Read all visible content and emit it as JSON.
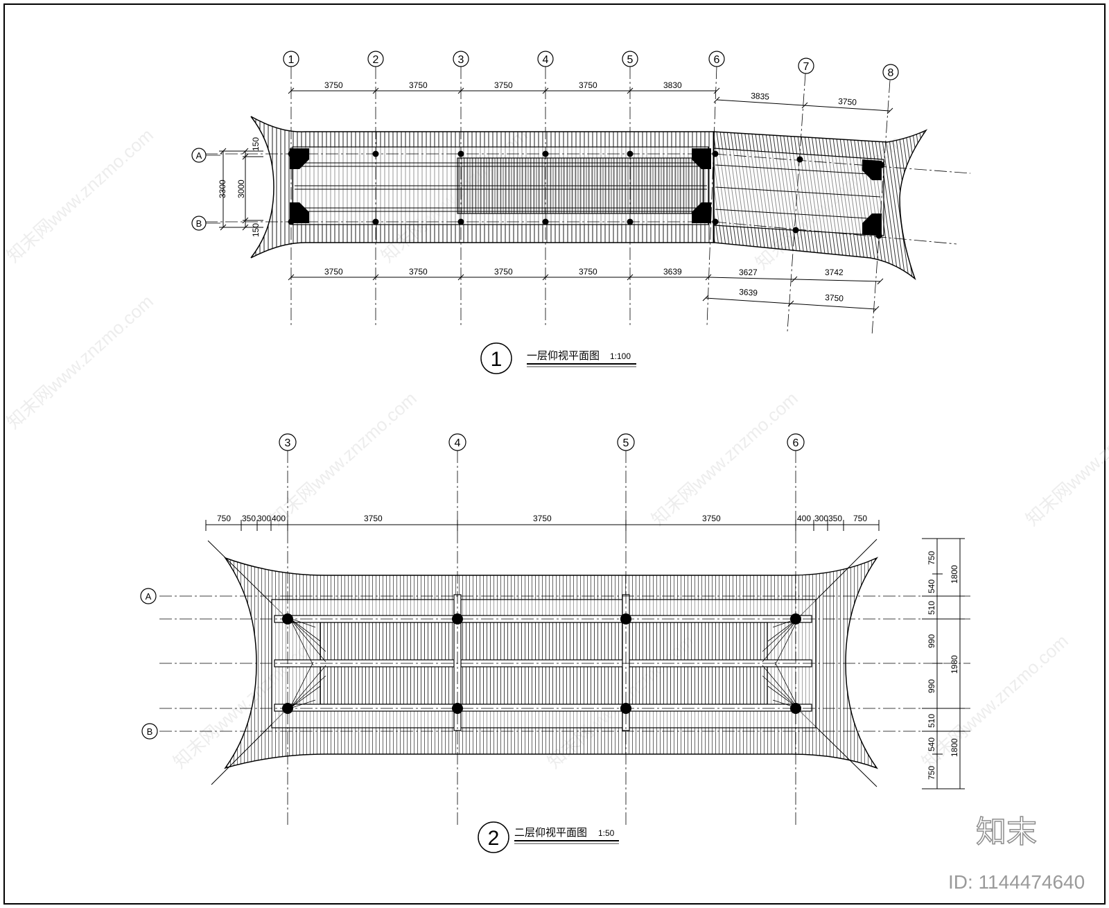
{
  "plan1": {
    "title": "一层仰视平面图",
    "scale": "1:100",
    "number": "1",
    "axes_x": [
      "1",
      "2",
      "3",
      "4",
      "5",
      "6",
      "7",
      "8"
    ],
    "axes_y": [
      "A",
      "B"
    ],
    "top_dims": [
      "3750",
      "3750",
      "3750",
      "3750",
      "3830"
    ],
    "top_dims_wing": [
      "3835",
      "3750"
    ],
    "bottom_dims": [
      "3750",
      "3750",
      "3750",
      "3750",
      "3639"
    ],
    "bottom_dims_wing_1": [
      "3627",
      "3742"
    ],
    "bottom_dims_wing_2": [
      "3639",
      "3750"
    ],
    "left_dims": [
      "150",
      "3000",
      "150"
    ],
    "left_total": "3300"
  },
  "plan2": {
    "title": "二层仰视平面图",
    "scale": "1:50",
    "number": "2",
    "axes_x": [
      "3",
      "4",
      "5",
      "6"
    ],
    "axes_y": [
      "A",
      "B"
    ],
    "top_dims": [
      "750",
      "350",
      "300",
      "400",
      "3750",
      "3750",
      "3750",
      "400",
      "300",
      "350",
      "750"
    ],
    "right_dims": [
      "750",
      "540",
      "510",
      "990",
      "990",
      "510",
      "540",
      "750"
    ],
    "right_totals": [
      "1800",
      "1980",
      "1800"
    ]
  },
  "brand": {
    "logo": "知末",
    "id": "ID: 1144474640",
    "watermark": "知末网www.znzmo.com"
  }
}
